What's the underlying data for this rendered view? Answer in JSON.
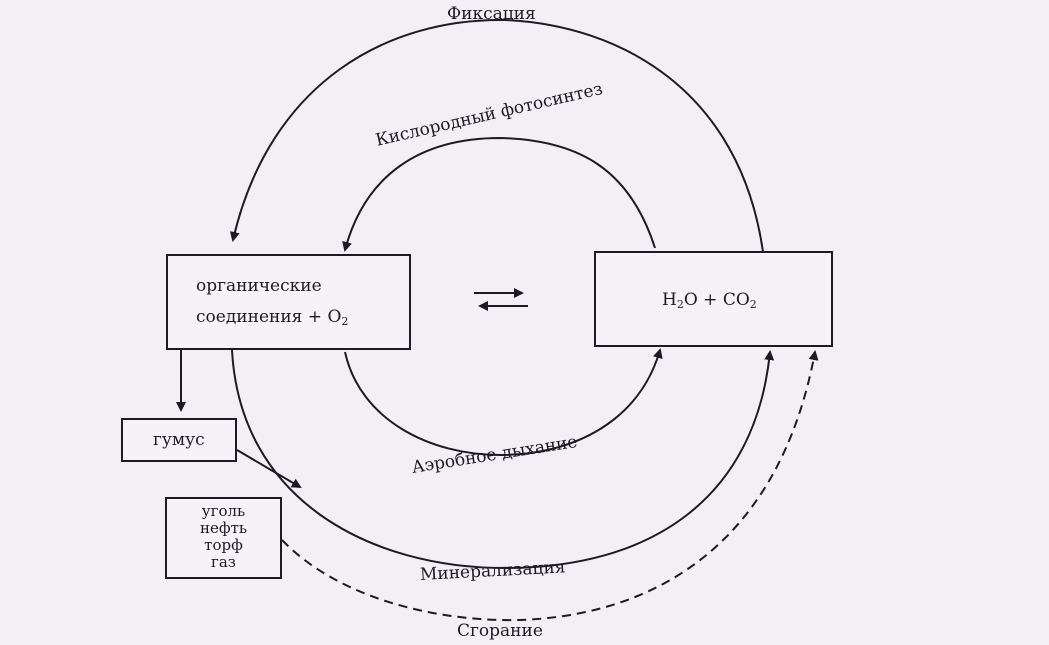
{
  "boxes": {
    "organic": {
      "line1": "органические",
      "line2": "соединения  +  O",
      "line2_sub": "2"
    },
    "water": {
      "h": "H",
      "h_sub": "2",
      "rest1": "O  +  CO",
      "co_sub": "2"
    },
    "humus": {
      "label": "гумус"
    },
    "fossil": {
      "lines": [
        "уголь",
        "нефть",
        "торф",
        "газ"
      ]
    }
  },
  "processes": {
    "fixation": "Фиксация",
    "photosynthesis": "Кислородный фотосинтез",
    "respiration": "Аэробное дыхание",
    "mineralization": "Минерализация",
    "combustion": "Сгорание"
  },
  "colors": {
    "ink": "#1e1a22",
    "paper": "#f3eff4"
  }
}
